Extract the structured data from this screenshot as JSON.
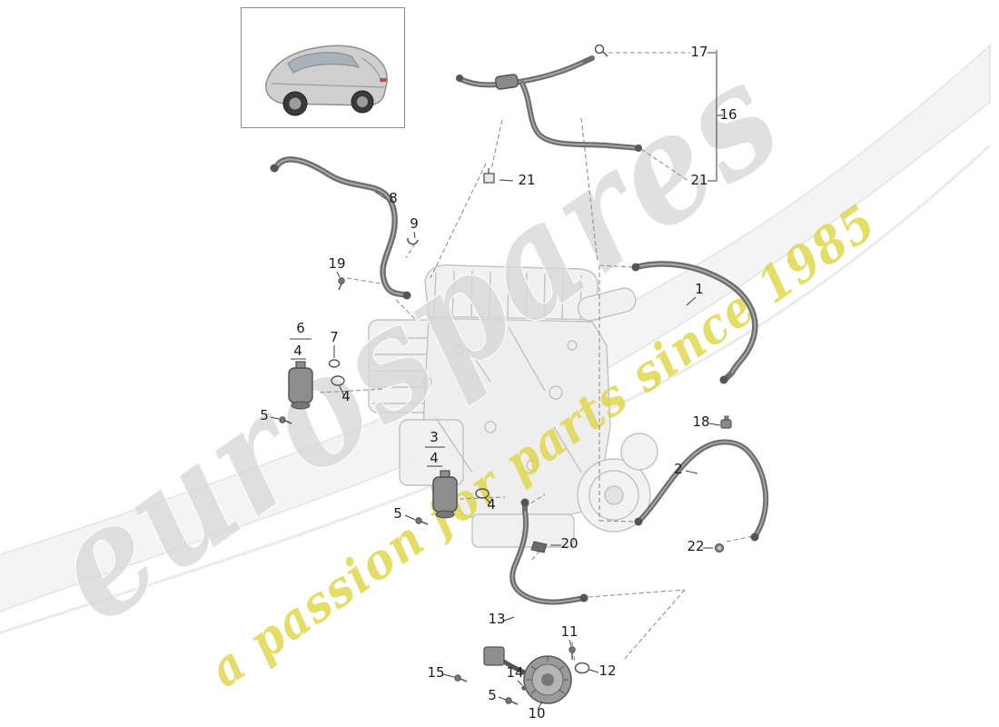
{
  "watermark": {
    "brand": "eurospares",
    "tagline": "a passion for parts since 1985",
    "brand_color": "#d7d7d7",
    "tagline_color": "#ddd542"
  },
  "colors": {
    "hose_line": "#6e6e6e",
    "engine_line": "#bfbfbf",
    "leader_line": "#8f8f8f",
    "callout_text": "#1c1c1c"
  },
  "callouts": [
    {
      "label": "1"
    },
    {
      "label": "2"
    },
    {
      "label": "3"
    },
    {
      "label": "4"
    },
    {
      "label": "4"
    },
    {
      "label": "4"
    },
    {
      "label": "4"
    },
    {
      "label": "5"
    },
    {
      "label": "5"
    },
    {
      "label": "5"
    },
    {
      "label": "6"
    },
    {
      "label": "7"
    },
    {
      "label": "8"
    },
    {
      "label": "9"
    },
    {
      "label": "10"
    },
    {
      "label": "11"
    },
    {
      "label": "12"
    },
    {
      "label": "13"
    },
    {
      "label": "14"
    },
    {
      "label": "15"
    },
    {
      "label": "16"
    },
    {
      "label": "17"
    },
    {
      "label": "18"
    },
    {
      "label": "19"
    },
    {
      "label": "20"
    },
    {
      "label": "21"
    },
    {
      "label": "21"
    },
    {
      "label": "22"
    }
  ]
}
